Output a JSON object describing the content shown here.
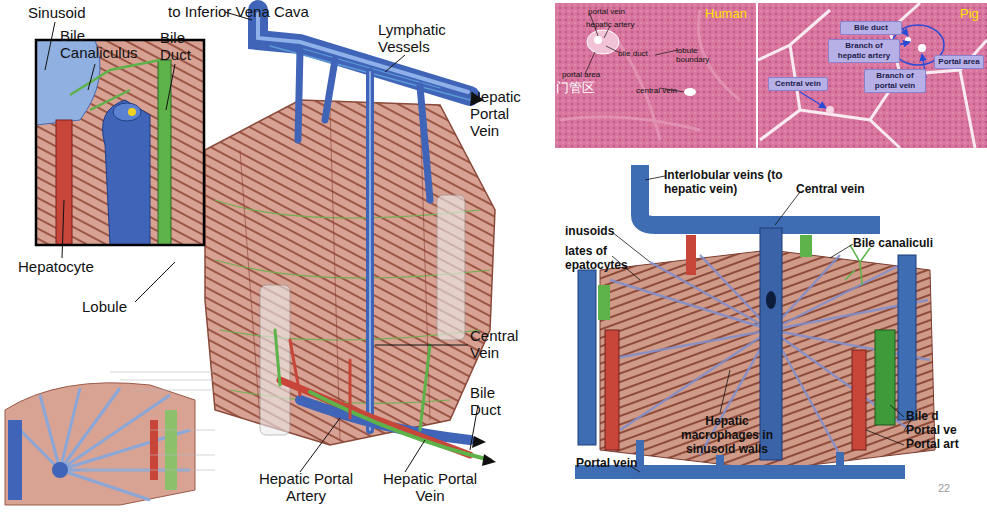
{
  "diagram": {
    "nodes": [
      {
        "text": [
          "Human"
        ]
      },
      {
        "text": [
          "Pig"
        ]
      },
      {
        "text": [
          "Bile duct"
        ],
        "in": 1
      },
      {
        "text": [
          "Branch of hepatic artery"
        ],
        "in": 1
      },
      {
        "text": [
          "Branch of portal vein"
        ],
        "in": 1
      },
      {
        "text": [
          "Portal area"
        ],
        "in": 1
      },
      {
        "text": [
          "Central vein"
        ],
        "in": 1
      }
    ],
    "labels": [
      "Sinusoid",
      "Bile Canaliculus",
      "Bile Duct",
      "to Inferior Vena Cava",
      "Lymphatic Vessels",
      "Hepatic Portal Vein",
      "Hepatocyte",
      "Lobule",
      "Central Vein",
      "Bile Duct",
      "Hepatic Portal Artery",
      "Hepatic Portal Vein",
      "portal vein",
      "hepatic artery",
      "bile duct",
      "lobule boundary",
      "portal area",
      "central vein",
      "门管区",
      "Interlobular veins (to hepatic vein)",
      "Central vein",
      "inusoids",
      "lates of epatocytes",
      "Bile canaliculi",
      "Bile d",
      "Portal ve",
      "Portal art",
      "Hepatic macrophages in sinusoid walls",
      "Portal vein",
      "22"
    ]
  }
}
